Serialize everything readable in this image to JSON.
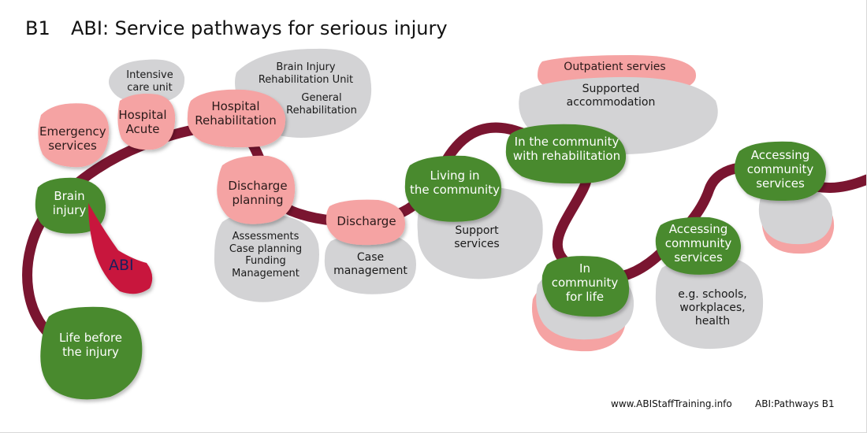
{
  "header": {
    "code": "B1",
    "title": "ABI: Service pathways for serious injury"
  },
  "footer": {
    "url": "www.ABIStaffTraining.info",
    "ref": "ABI:Pathways B1"
  },
  "colors": {
    "path": "#7a1530",
    "green": "#4a8a2f",
    "pink": "#f5a3a3",
    "grey": "#d3d3d5",
    "abi_tag": "#c8183c"
  },
  "stages": {
    "life_before": "Life before\nthe injury",
    "brain_injury": "Brain\ninjury",
    "abi_tag": "ABI",
    "emergency": "Emergency\nservices",
    "hospital_acute": "Hospital\nAcute",
    "intensive_care": "Intensive\ncare unit",
    "hospital_rehab": "Hospital\nRehabilitation",
    "brain_injury_unit": "Brain Injury\nRehabilitation Unit",
    "general_rehab": "General\nRehabilitation",
    "discharge_planning": "Discharge\nplanning",
    "planning_notes": "Assessments\nCase planning\nFunding\nManagement",
    "discharge": "Discharge",
    "case_management": "Case\nmanagement",
    "living_in_community": "Living in\nthe community",
    "support_services": "Support\nservices",
    "community_rehab": "In the community\nwith rehabilitation",
    "outpatient": "Outpatient servies",
    "supported_accommodation": "Supported\naccommodation",
    "community_for_life": "In\ncommunity\nfor life",
    "accessing_services_1": "Accessing\ncommunity\nservices",
    "examples": "e.g. schools,\nworkplaces,\nhealth",
    "accessing_services_2": "Accessing\ncommunity\nservices"
  }
}
